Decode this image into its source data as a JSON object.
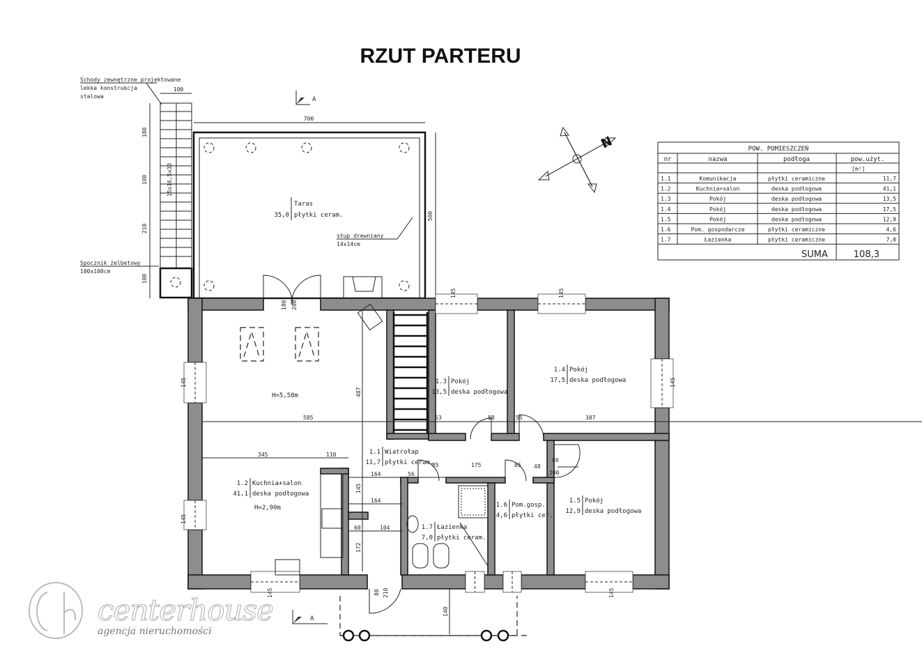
{
  "title": "RZUT PARTERU",
  "notes": {
    "stairs": "Schody zewnętrzne projektowane",
    "stairs_2": "lekka konstrukcja",
    "stairs_3": "stalowa",
    "landing": "Spocznik żelbetowy",
    "landing_2": "100x100cm",
    "post": "słup drewniany",
    "post_2": "14x14cm",
    "stair_spec": "15x16,5x30",
    "height_living": "H=5,58m",
    "height_kitchen": "H=2,90m",
    "section": "A"
  },
  "terrace": {
    "name": "Taras",
    "area": "35,0",
    "floor": "płytki ceram."
  },
  "plan_labels": [
    {
      "nr": "1.1",
      "name": "Wiatrołap",
      "area": "11,7",
      "floor": "płytki ceram."
    },
    {
      "nr": "1.2",
      "name": "Kuchnia+salon",
      "area": "41,1",
      "floor": "deska podłogowa"
    },
    {
      "nr": "1.3",
      "name": "Pokój",
      "area": "13,5",
      "floor": "deska podłogowa"
    },
    {
      "nr": "1.4",
      "name": "Pokój",
      "area": "17,5",
      "floor": "deska podłogowa"
    },
    {
      "nr": "1.5",
      "name": "Pokój",
      "area": "12,9",
      "floor": "deska podłogowa"
    },
    {
      "nr": "1.6",
      "name": "Pom.gosp.",
      "area": "4,6",
      "floor": "płytki cer."
    },
    {
      "nr": "1.7",
      "name": "Łazienka",
      "area": "7,0",
      "floor": "płytki ceram."
    }
  ],
  "dimensions": {
    "terrace_width": "700",
    "stair_width": "100",
    "s180": "180",
    "s100a": "100",
    "s210": "210",
    "s100b": "100",
    "terrace_depth": "500",
    "door_h1": "180",
    "door_h2": "200",
    "d585": "585",
    "d487": "487",
    "d53": "53",
    "d88": "88",
    "d55": "55",
    "d387": "387",
    "d345": "345",
    "d110": "110",
    "d164a": "164",
    "d56": "56",
    "d85a": "85",
    "d175": "175",
    "d85b": "85",
    "d48": "48",
    "d80": "80",
    "d200": "200",
    "d164b": "164",
    "d145": "145",
    "d60": "60",
    "d104": "104",
    "d172": "172",
    "d140": "140",
    "door80": "80",
    "door210": "210",
    "win145": "145"
  },
  "compass": {
    "north": "N"
  },
  "table": {
    "title": "POW. POMIESZCZEŃ",
    "headers": [
      "nr",
      "nazwa",
      "podłoga",
      "pow.użyt."
    ],
    "unit": "[m²]",
    "rows": [
      [
        "1.1",
        "Komunikacja",
        "płytki ceramiczne",
        "11,7"
      ],
      [
        "1.2",
        "Kuchnia+salon",
        "deska podłogowa",
        "41,1"
      ],
      [
        "1.3",
        "Pokój",
        "deska podłogowa",
        "13,5"
      ],
      [
        "1.4",
        "Pokój",
        "deska podłogowa",
        "17,5"
      ],
      [
        "1.5",
        "Pokój",
        "deska podłogowa",
        "12,9"
      ],
      [
        "1.6",
        "Pom. gospodarcze",
        "płytki ceramiczne",
        "4,6"
      ],
      [
        "1.7",
        "Łazienka",
        "płytki ceramiczne",
        "7,0"
      ]
    ],
    "sum_label": "SUMA",
    "sum_value": "108,3"
  },
  "logo": {
    "name": "centerhouse",
    "tagline": "agencja nieruchomości"
  }
}
